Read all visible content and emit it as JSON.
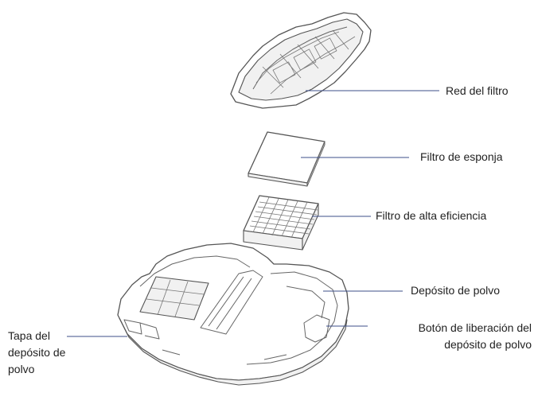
{
  "labels": {
    "red_filtro": "Red del filtro",
    "filtro_esponja": "Filtro de esponja",
    "filtro_alta": "Filtro de alta eficiencia",
    "deposito": "Depósito de polvo",
    "boton_line1": "Botón de liberación del",
    "boton_line2": "depósito de polvo",
    "tapa_line1": "Tapa del",
    "tapa_line2": "depósito de",
    "tapa_line3": "polvo"
  },
  "colors": {
    "leader": "#3d4f8a",
    "outline": "#555555"
  }
}
